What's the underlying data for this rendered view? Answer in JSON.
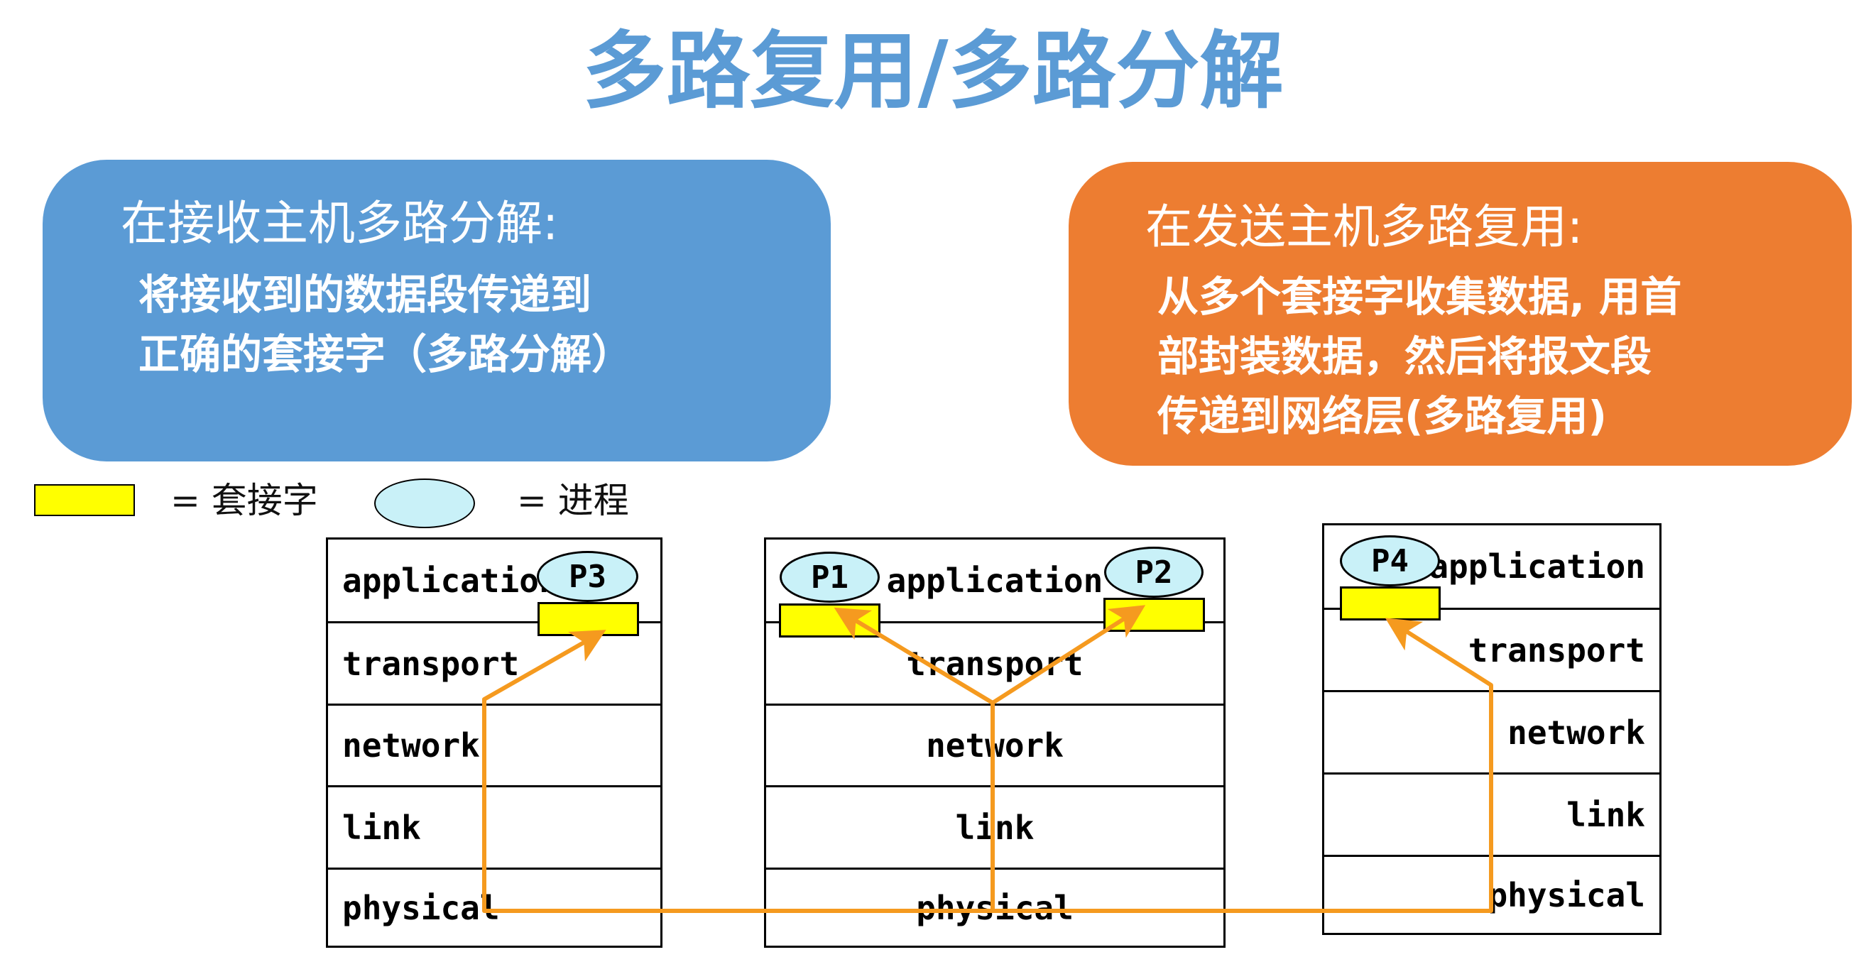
{
  "title": "多路复用/多路分解",
  "demux_box": {
    "heading": "在接收主机多路分解:",
    "body": "将接收到的数据段传递到\n正确的套接字（多路分解）",
    "color": "#5b9bd5"
  },
  "mux_box": {
    "heading": "在发送主机多路复用:",
    "body": "从多个套接字收集数据, 用首\n部封装数据，然后将报文段\n传递到网络层(多路复用)",
    "color": "#ed7d31"
  },
  "legend": {
    "socket_label": "=  套接字",
    "process_label": "=  进程",
    "socket_color": "#ffff00",
    "process_color": "#c9f1f8"
  },
  "layers": [
    "application",
    "transport",
    "network",
    "link",
    "physical"
  ],
  "hosts": [
    {
      "processes": [
        "P3"
      ]
    },
    {
      "processes": [
        "P1",
        "P2"
      ]
    },
    {
      "processes": [
        "P4"
      ]
    }
  ],
  "arrow_color": "#f59a1f"
}
